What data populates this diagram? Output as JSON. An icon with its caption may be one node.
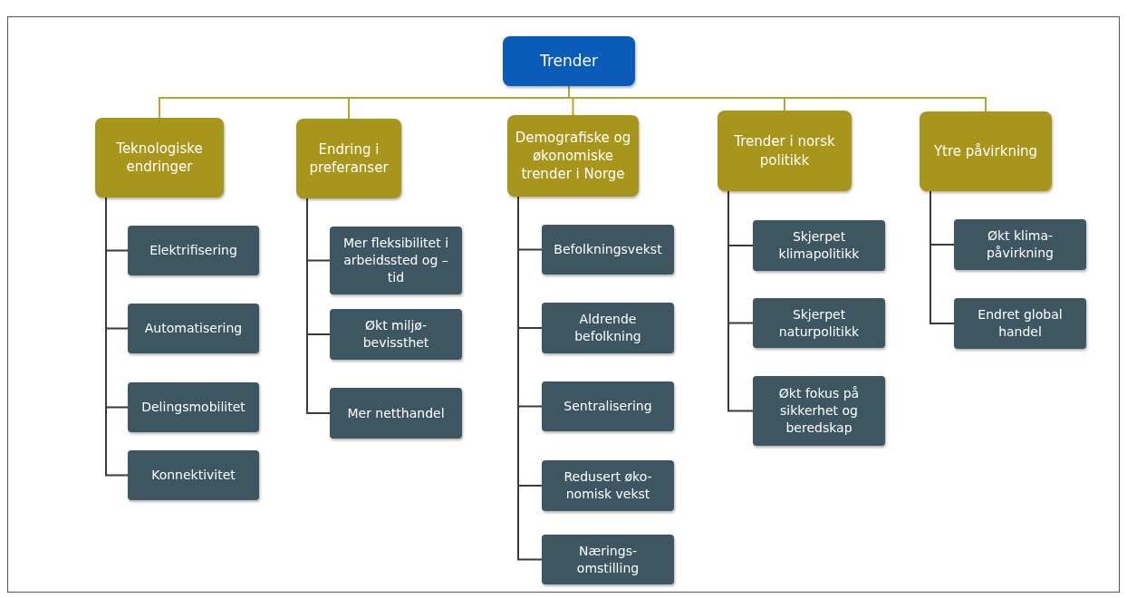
{
  "diagram": {
    "nodes": [
      {
        "text": [
          "Trender"
        ]
      },
      {
        "text": [
          "Teknologiske endringer"
        ]
      },
      {
        "text": [
          "Endring i preferanser"
        ]
      },
      {
        "text": [
          "Demografiske og økonomiske trender i Norge"
        ]
      },
      {
        "text": [
          "Trender i norsk politikk"
        ]
      },
      {
        "text": [
          "Ytre påvirkning"
        ]
      },
      {
        "text": [
          "Elektrifisering"
        ]
      },
      {
        "text": [
          "Automatisering"
        ]
      },
      {
        "text": [
          "Delingsmobilitet"
        ]
      },
      {
        "text": [
          "Konnektivitet"
        ]
      },
      {
        "text": [
          "Mer fleksibilitet i arbeidssted og –tid"
        ]
      },
      {
        "text": [
          "Økt miljø-bevissthet"
        ]
      },
      {
        "text": [
          "Mer netthandel"
        ]
      },
      {
        "text": [
          "Befolkningsvekst"
        ]
      },
      {
        "text": [
          "Aldrende befolkning"
        ]
      },
      {
        "text": [
          "Sentralisering"
        ]
      },
      {
        "text": [
          "Redusert øko-nomisk vekst"
        ]
      },
      {
        "text": [
          "Nærings-omstilling"
        ]
      },
      {
        "text": [
          "Skjerpet klimapolitikk"
        ]
      },
      {
        "text": [
          "Skjerpet naturpolitikk"
        ]
      },
      {
        "text": [
          "Økt fokus på sikkerhet og beredskap"
        ]
      },
      {
        "text": [
          "Økt klima-påvirkning"
        ]
      },
      {
        "text": [
          "Endret global handel"
        ]
      }
    ],
    "edges": [
      {
        "from": 0,
        "to": 1,
        "arrow": "none",
        "color": "#b5a52a"
      },
      {
        "from": 0,
        "to": 2,
        "arrow": "none",
        "color": "#b5a52a"
      },
      {
        "from": 0,
        "to": 3,
        "arrow": "none",
        "color": "#b5a52a"
      },
      {
        "from": 0,
        "to": 4,
        "arrow": "none",
        "color": "#b5a52a"
      },
      {
        "from": 0,
        "to": 5,
        "arrow": "none",
        "color": "#b5a52a"
      },
      {
        "from": 1,
        "to": 6,
        "arrow": "none"
      },
      {
        "from": 1,
        "to": 7,
        "arrow": "none"
      },
      {
        "from": 1,
        "to": 8,
        "arrow": "none"
      },
      {
        "from": 1,
        "to": 9,
        "arrow": "none"
      },
      {
        "from": 2,
        "to": 10,
        "arrow": "none"
      },
      {
        "from": 2,
        "to": 11,
        "arrow": "none"
      },
      {
        "from": 2,
        "to": 12,
        "arrow": "none"
      },
      {
        "from": 3,
        "to": 13,
        "arrow": "none"
      },
      {
        "from": 3,
        "to": 14,
        "arrow": "none"
      },
      {
        "from": 3,
        "to": 15,
        "arrow": "none"
      },
      {
        "from": 3,
        "to": 16,
        "arrow": "none"
      },
      {
        "from": 3,
        "to": 17,
        "arrow": "none"
      },
      {
        "from": 4,
        "to": 18,
        "arrow": "none"
      },
      {
        "from": 4,
        "to": 19,
        "arrow": "none"
      },
      {
        "from": 4,
        "to": 20,
        "arrow": "none"
      },
      {
        "from": 5,
        "to": 21,
        "arrow": "none"
      },
      {
        "from": 5,
        "to": 22,
        "arrow": "none"
      }
    ]
  }
}
